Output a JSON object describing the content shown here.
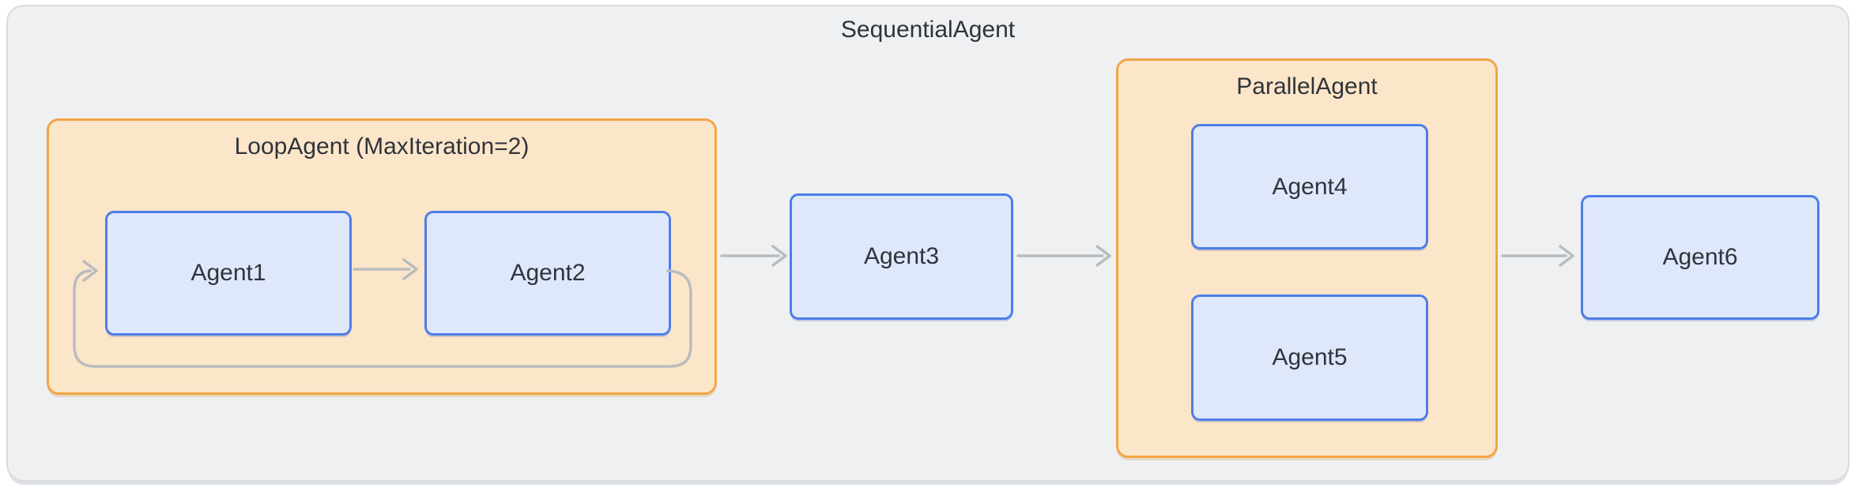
{
  "diagram": {
    "groups": {
      "sequential": {
        "label": "SequentialAgent"
      },
      "loop": {
        "label": "LoopAgent (MaxIteration=2)"
      },
      "parallel": {
        "label": "ParallelAgent"
      }
    },
    "nodes": {
      "agent1": {
        "label": "Agent1"
      },
      "agent2": {
        "label": "Agent2"
      },
      "agent3": {
        "label": "Agent3"
      },
      "agent4": {
        "label": "Agent4"
      },
      "agent5": {
        "label": "Agent5"
      },
      "agent6": {
        "label": "Agent6"
      }
    },
    "edges": [
      {
        "from": "Agent1",
        "to": "Agent2",
        "type": "arrow"
      },
      {
        "from": "LoopAgent",
        "to": "Agent3",
        "type": "arrow"
      },
      {
        "from": "Agent3",
        "to": "ParallelAgent",
        "type": "arrow"
      },
      {
        "from": "ParallelAgent",
        "to": "Agent6",
        "type": "arrow"
      },
      {
        "from": "Agent2",
        "to": "Agent1",
        "type": "loop-back"
      }
    ]
  },
  "colors": {
    "canvas-bg": "#ffffff",
    "container-bg": "#eef0f2",
    "container-border": "#d8dbdf",
    "group-bg": "#fce6c9",
    "group-border": "#f2a545",
    "node-bg": "#dfe8fb",
    "node-border": "#4d7ee8",
    "edge": "#b9bcbe",
    "text": "#2f343b"
  }
}
